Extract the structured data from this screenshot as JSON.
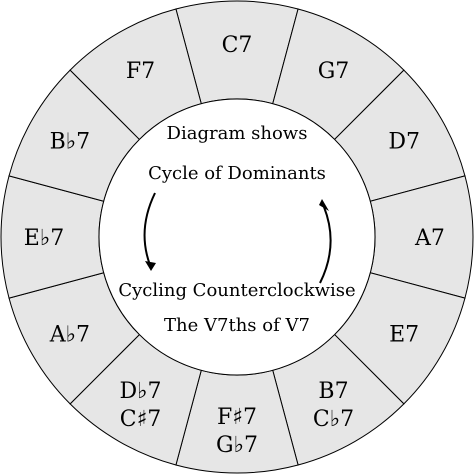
{
  "title": "Diagram shows",
  "subtitle": "Cycle of Dominants",
  "direction_text": "Cycling Counterclockwise",
  "subtitle2": "The V7ths of V7",
  "segments": [
    {
      "lines": [
        "C7"
      ]
    },
    {
      "lines": [
        "G7"
      ]
    },
    {
      "lines": [
        "D7"
      ]
    },
    {
      "lines": [
        "A7"
      ]
    },
    {
      "lines": [
        "E7"
      ]
    },
    {
      "lines": [
        "B7",
        "C♭7"
      ]
    },
    {
      "lines": [
        "F♯7",
        "G♭7"
      ]
    },
    {
      "lines": [
        "D♭7",
        "C♯7"
      ]
    },
    {
      "lines": [
        "A♭7"
      ]
    },
    {
      "lines": [
        "E♭7"
      ]
    },
    {
      "lines": [
        "B♭7"
      ]
    },
    {
      "lines": [
        "F7"
      ]
    }
  ],
  "colors": {
    "segment_fill": "#e6e6e6",
    "center_fill": "#ffffff",
    "stroke": "#000000"
  },
  "icons": {
    "left_arrow": "curved-down-arrow",
    "right_arrow": "curved-up-arrow"
  }
}
